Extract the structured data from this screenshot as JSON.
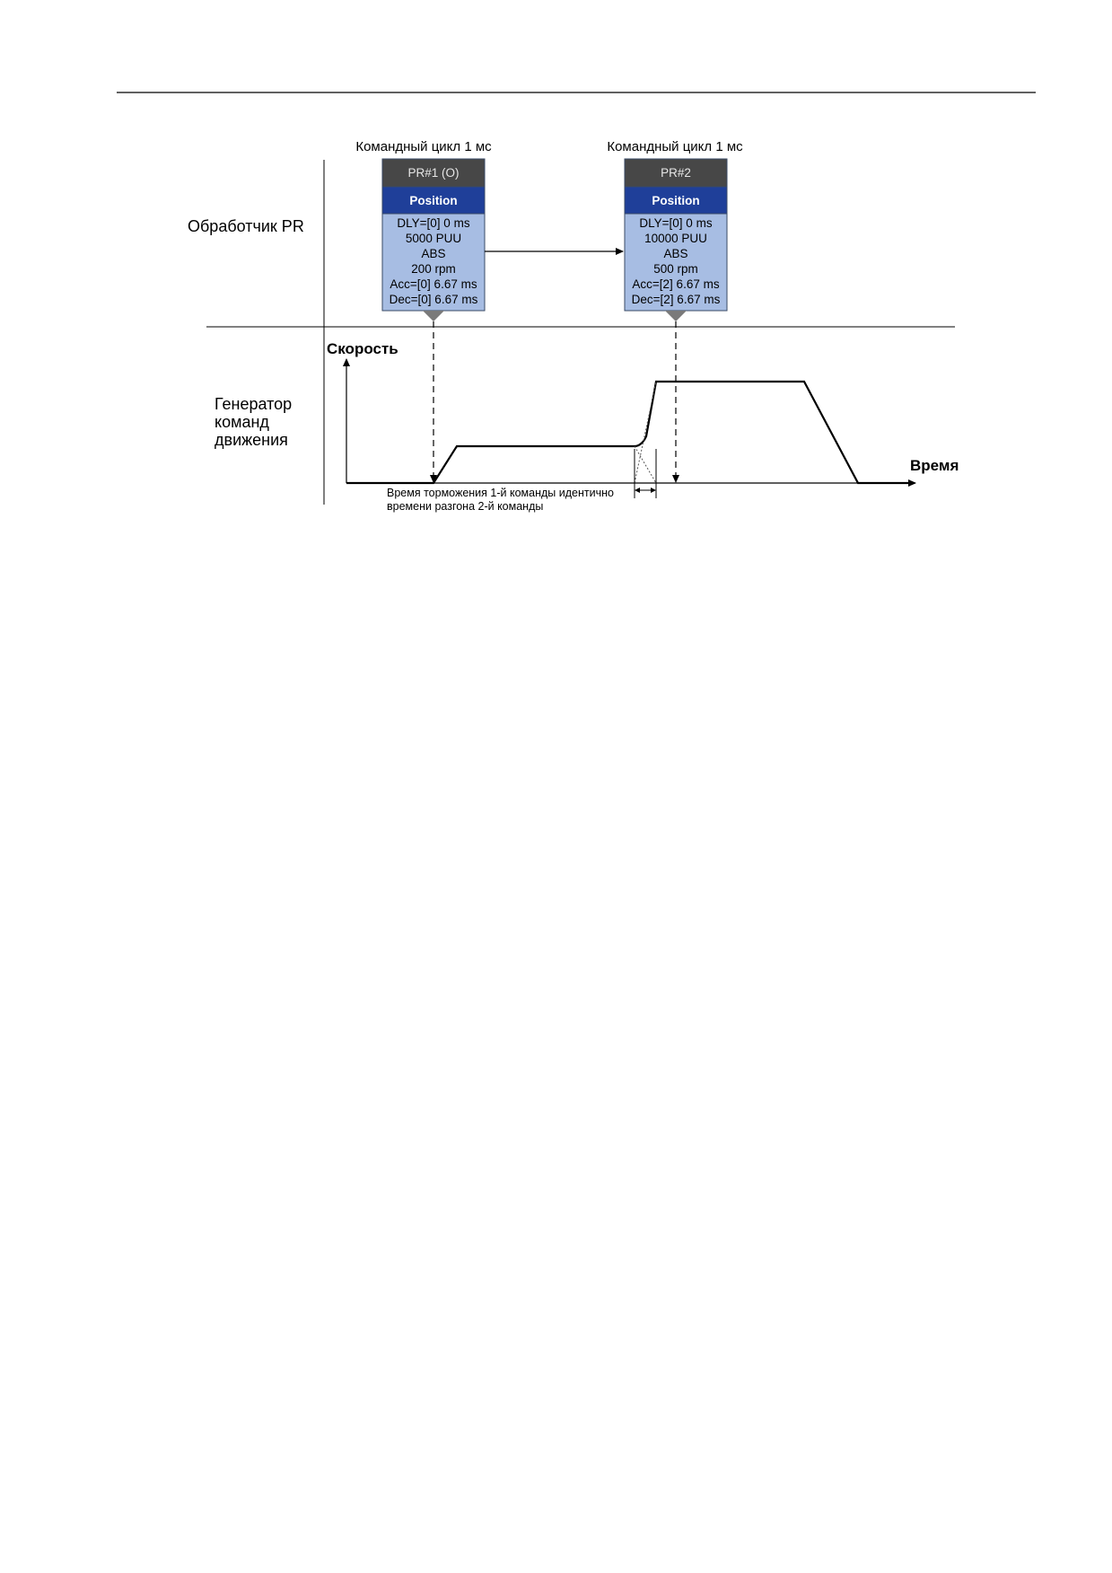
{
  "diagram": {
    "row_labels": {
      "processor": "Обработчик PR",
      "generator_line1": "Генератор",
      "generator_line2": "команд",
      "generator_line3": "движения"
    },
    "axis": {
      "y_label": "Скорость",
      "x_label": "Время"
    },
    "pr1": {
      "cycle": "Командный цикл 1 мс",
      "header": "PR#1 (O)",
      "mode": "Position",
      "lines": [
        "DLY=[0] 0 ms",
        "5000 PUU",
        "ABS",
        "200 rpm",
        "Acc=[0] 6.67 ms",
        "Dec=[0] 6.67 ms"
      ]
    },
    "pr2": {
      "cycle": "Командный цикл 1 мс",
      "header": "PR#2",
      "mode": "Position",
      "lines": [
        "DLY=[0] 0 ms",
        "10000 PUU",
        "ABS",
        "500 rpm",
        "Acc=[2] 6.67 ms",
        "Dec=[2] 6.67 ms"
      ]
    },
    "note_line1": "Время торможения 1-й команды идентично",
    "note_line2": "времени разгона 2-й команды",
    "colors": {
      "header": "#474747",
      "mode": "#1f3f99",
      "body": "#a7bde3",
      "border": "#3a4a66"
    }
  }
}
